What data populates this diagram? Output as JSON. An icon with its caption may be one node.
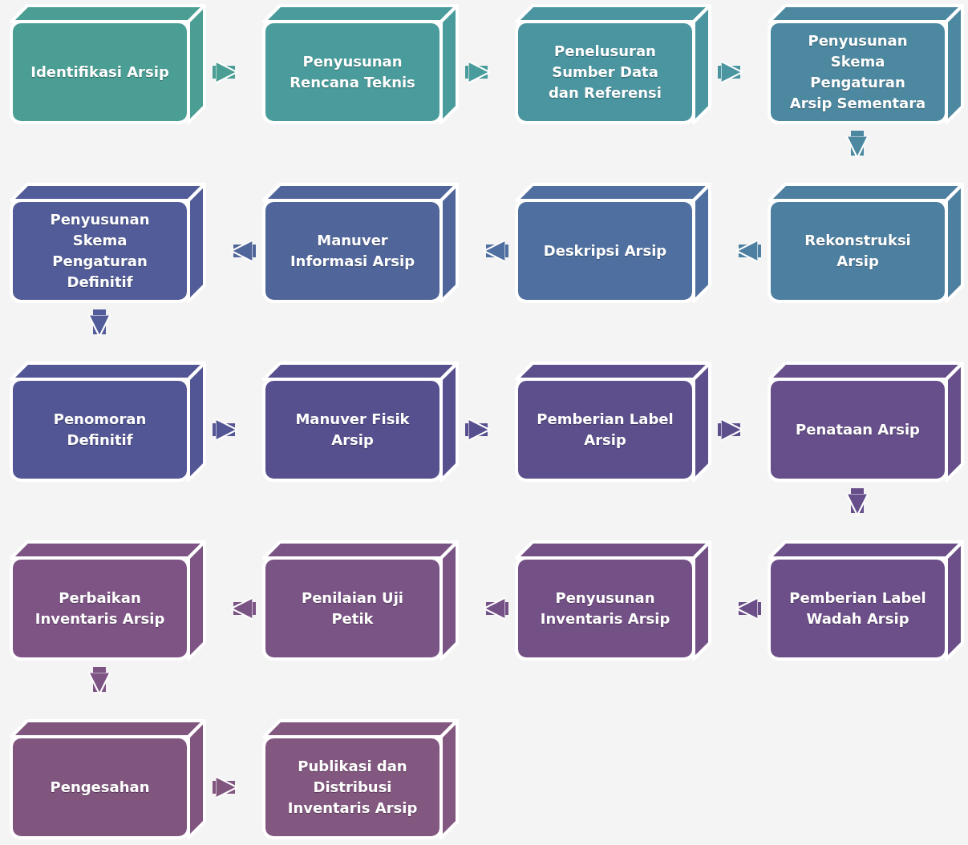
{
  "diagram": {
    "nodes": [
      {
        "text": [
          "Identifikasi Arsip"
        ]
      },
      {
        "text": [
          "Penyusunan Rencana Teknis"
        ]
      },
      {
        "text": [
          "Penelusuran Sumber Data dan Referensi"
        ]
      },
      {
        "text": [
          "Penyusunan Skema Pengaturan Arsip Sementara"
        ]
      },
      {
        "text": [
          "Rekonstruksi Arsip"
        ]
      },
      {
        "text": [
          "Deskripsi Arsip"
        ]
      },
      {
        "text": [
          "Manuver Informasi Arsip"
        ]
      },
      {
        "text": [
          "Penyusunan Skema Pengaturan Definitif"
        ]
      },
      {
        "text": [
          "Penomoran Definitif"
        ]
      },
      {
        "text": [
          "Manuver Fisik Arsip"
        ]
      },
      {
        "text": [
          "Pemberian Label Arsip"
        ]
      },
      {
        "text": [
          "Penataan Arsip"
        ]
      },
      {
        "text": [
          "Pemberian Label Wadah Arsip"
        ]
      },
      {
        "text": [
          "Penyusunan Inventaris Arsip"
        ]
      },
      {
        "text": [
          "Penilaian Uji Petik"
        ]
      },
      {
        "text": [
          "Perbaikan Inventaris Arsip"
        ]
      },
      {
        "text": [
          "Pengesahan"
        ]
      },
      {
        "text": [
          "Publikasi dan Distribusi Inventaris Arsip"
        ]
      }
    ],
    "edges": [
      {
        "from": 0,
        "to": 1,
        "arrow": "to"
      },
      {
        "from": 1,
        "to": 2,
        "arrow": "to"
      },
      {
        "from": 2,
        "to": 3,
        "arrow": "to"
      },
      {
        "from": 3,
        "to": 4,
        "arrow": "to"
      },
      {
        "from": 4,
        "to": 5,
        "arrow": "to"
      },
      {
        "from": 5,
        "to": 6,
        "arrow": "to"
      },
      {
        "from": 6,
        "to": 7,
        "arrow": "to"
      },
      {
        "from": 7,
        "to": 8,
        "arrow": "to"
      },
      {
        "from": 8,
        "to": 9,
        "arrow": "to"
      },
      {
        "from": 9,
        "to": 10,
        "arrow": "to"
      },
      {
        "from": 10,
        "to": 11,
        "arrow": "to"
      },
      {
        "from": 11,
        "to": 12,
        "arrow": "to"
      },
      {
        "from": 12,
        "to": 13,
        "arrow": "to"
      },
      {
        "from": 13,
        "to": 14,
        "arrow": "to"
      },
      {
        "from": 14,
        "to": 15,
        "arrow": "to"
      },
      {
        "from": 15,
        "to": 16,
        "arrow": "to"
      },
      {
        "from": 16,
        "to": 17,
        "arrow": "to"
      }
    ]
  }
}
